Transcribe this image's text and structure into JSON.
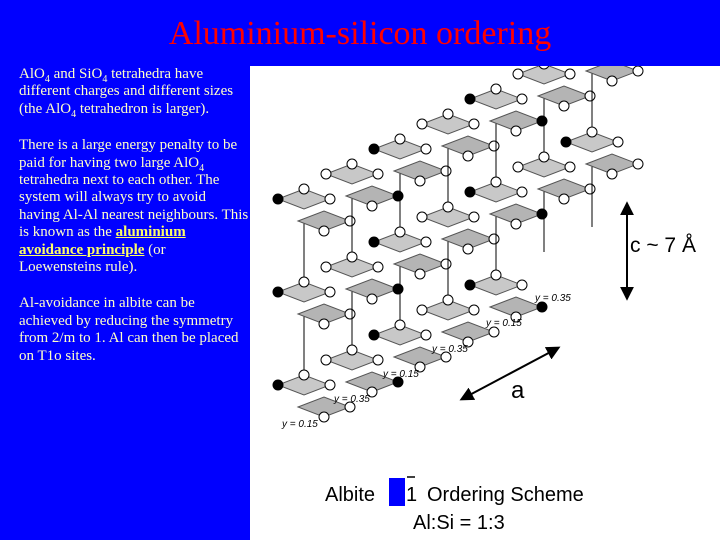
{
  "slide": {
    "title": "Aluminium-silicon ordering",
    "para1": {
      "t1": "AlO",
      "s1": "4",
      "t2": " and SiO",
      "s2": "4",
      "t3": " tetrahedra have different charges and different sizes (the AlO",
      "s3": "4",
      "t4": " tetrahedron is larger)."
    },
    "para2": {
      "t1": "There is a large energy penalty to be paid for having two large AlO",
      "s1": "4",
      "t2": " tetrahedra next to each other. The system will always try to avoid having Al-Al nearest neighbours. This is known as the ",
      "highlight": "aluminium avoidance principle",
      "t3": " (or Loewensteins rule)."
    },
    "para3": "Al-avoidance in albite can be achieved by reducing the symmetry from 2/m to 1. Al can then be placed on T1o sites."
  },
  "figure": {
    "c_label": "c ~ 7 Å",
    "a_label": "a",
    "caption_left": "Albite",
    "caption_symbol": "1",
    "caption_right": "Ordering Scheme",
    "ratio": "Al:Si = 1:3",
    "y_labels": [
      "y = 0.35",
      "y = 0.15",
      "y = 0.35",
      "y = 0.15",
      "y = 0.35",
      "y = 0.15"
    ]
  }
}
